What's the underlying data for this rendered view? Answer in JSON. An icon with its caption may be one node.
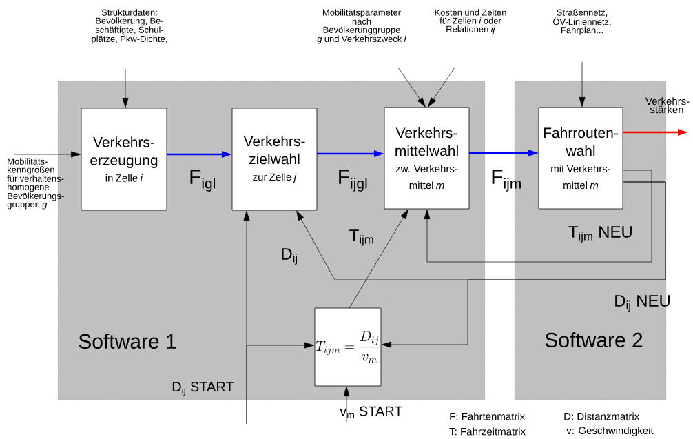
{
  "diagram": {
    "nodes": [
      {
        "text": [
          "Software 1"
        ]
      },
      {
        "text": [
          "Verkehrs- erzeugung",
          "in Zelle *i*"
        ],
        "in": 0
      },
      {
        "text": [
          "Verkehrs- zielwahl",
          "zur Zelle *j*"
        ],
        "in": 0
      },
      {
        "text": [
          "Verkehrs- mittelwahl",
          "zw. Verkehrs- mittel *m*"
        ],
        "in": 0
      },
      {
        "text": [
          "T_{ijm}=\\frac{D_{ij}}{v_m}"
        ],
        "in": 0
      },
      {
        "text": [
          "Software 2"
        ]
      },
      {
        "text": [
          "Fahrrouten- wahl",
          "mit Verkehrs- mittel *m*"
        ],
        "in": 5
      },
      {
        "text": [
          "Strukturdaten: Bevölkerung, Be- schäftigte, Schul- plätze, Pkw-Dichte,"
        ]
      },
      {
        "text": [
          "Mobilitätsparameter nach Bevölkerunggruppe *g* und Verkehrszweck *l*"
        ]
      },
      {
        "text": [
          "Kosten und Zeiten für Zellen *i* oder Relationen *ij*"
        ]
      },
      {
        "text": [
          "Straßennetz, ÖV-Liniennetz, Fahrplan..."
        ]
      },
      {
        "text": [
          "Mobilitäts- kenngrößen für verhaltens- homogene Bevölkerungs- gruppen *g*"
        ]
      },
      {
        "text": [
          "Verkehrs- stärken"
        ]
      }
    ],
    "edges": [
      {
        "from": 7,
        "to": 1,
        "arrow": "to"
      },
      {
        "from": 11,
        "to": 1,
        "arrow": "to"
      },
      {
        "from": 1,
        "to": 2,
        "arrow": "to",
        "label": "F$_{igl}$",
        "style": "thick",
        "color": "#0000ff"
      },
      {
        "from": 2,
        "to": 3,
        "arrow": "to",
        "label": "F$_{ijgl}$",
        "style": "thick",
        "color": "#0000ff"
      },
      {
        "from": 8,
        "to": 3,
        "arrow": "to"
      },
      {
        "from": 9,
        "to": 3,
        "arrow": "to"
      },
      {
        "from": 3,
        "to": 6,
        "arrow": "to",
        "label": "F$_{ijm}$",
        "style": "thick",
        "color": "#0000ff"
      },
      {
        "from": 10,
        "to": 6,
        "arrow": "to"
      },
      {
        "from": 6,
        "to": 12,
        "arrow": "to",
        "style": "thick",
        "color": "#ff0000"
      },
      {
        "from": null,
        "to": 2,
        "arrow": "to",
        "label": "D$_{ij}$ START"
      },
      {
        "from": null,
        "to": 4,
        "arrow": "to"
      },
      {
        "from": null,
        "to": 4,
        "arrow": "to",
        "label": "v$_{m}$ START"
      },
      {
        "from": 4,
        "to": 3,
        "arrow": "to",
        "label": "T$_{ijm}$"
      },
      {
        "from": 6,
        "to": 3,
        "arrow": "to",
        "label": "T$_{ijm}$ NEU"
      },
      {
        "from": 6,
        "to": 2,
        "arrow": "to",
        "label": "D$_{ij}$"
      },
      {
        "from": 6,
        "to": 4,
        "arrow": "to",
        "label": "D$_{ij}$ NEU"
      }
    ],
    "labels": [
      "F: Fahrtenmatrix",
      "D: Distanzmatrix",
      "T: Fahrzeitmatrix",
      "v: Geschwindigkeit"
    ]
  }
}
